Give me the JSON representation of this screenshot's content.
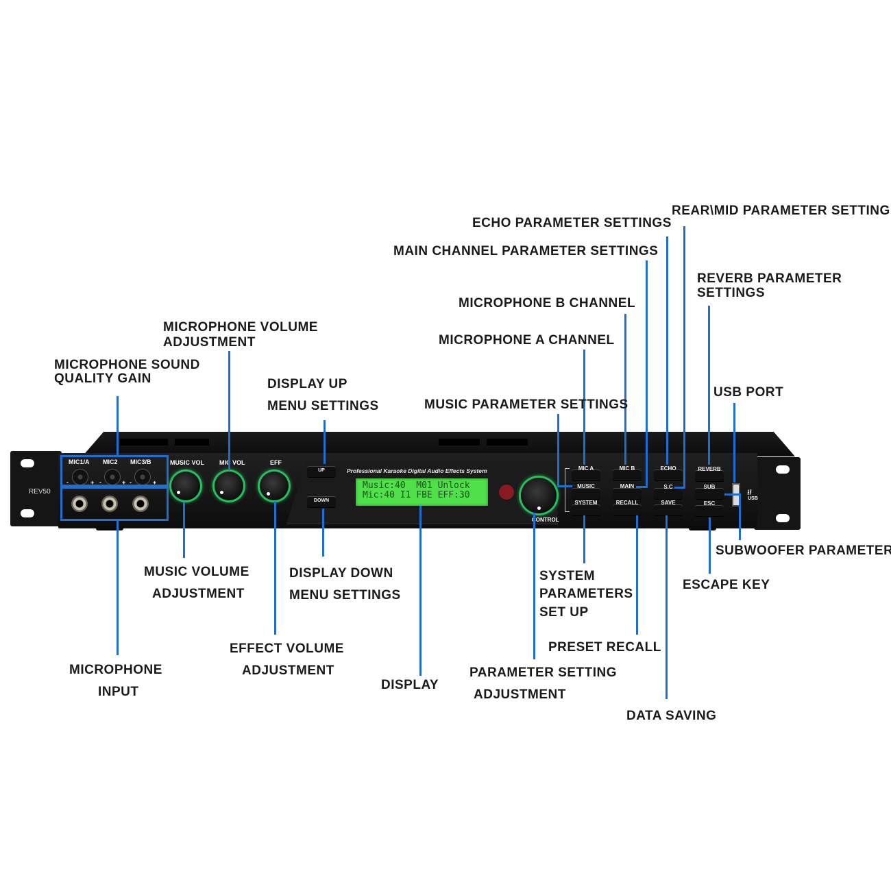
{
  "device": {
    "model": "REV50",
    "panel_title": "Professional Karaoke Digital Audio Effects System",
    "lcd_line1": "Music:40  M01 Unlock",
    "lcd_line2": "Mic:40 I1 FBE EFF:30",
    "mic_trims": [
      "MIC1/A",
      "MIC2",
      "MIC3/B"
    ],
    "trim_minus": "-",
    "trim_plus": "+",
    "knob_labels": {
      "music_vol": "MUSIC VOL",
      "mic_vol": "MIC VOL",
      "eff": "EFF",
      "control": "CONTROL"
    },
    "nav_buttons": {
      "up": "UP",
      "down": "DOWN"
    },
    "buttons": {
      "mic_a": "MIC A",
      "mic_b": "MIC B",
      "echo": "ECHO",
      "reverb": "REVERB",
      "music": "MUSIC",
      "main": "MAIN",
      "sc": "S.C",
      "sub": "SUB",
      "system": "SYSTEM",
      "recall": "RECALL",
      "save": "SAVE",
      "esc": "ESC"
    },
    "usb_label": "USB"
  },
  "callouts": {
    "rear_mid": "REAR\\MID PARAMETER SETTING",
    "echo": "ECHO PARAMETER SETTINGS",
    "main_channel": "MAIN CHANNEL PARAMETER SETTINGS",
    "reverb_1": "REVERB PARAMETER",
    "reverb_2": "SETTINGS",
    "mic_b_channel": "MICROPHONE B CHANNEL",
    "mic_a_channel": "MICROPHONE A CHANNEL",
    "usb_port": "USB PORT",
    "music_param": "MUSIC PARAMETER SETTINGS",
    "mic_vol_1": "MICROPHONE VOLUME",
    "mic_vol_2": "ADJUSTMENT",
    "mic_gain_1": "MICROPHONE SOUND",
    "mic_gain_2": "QUALITY GAIN",
    "display_up_1": "DISPLAY UP",
    "display_up_2": "MENU SETTINGS",
    "music_vol_1": "MUSIC VOLUME",
    "music_vol_2": "ADJUSTMENT",
    "display_down_1": "DISPLAY DOWN",
    "display_down_2": "MENU SETTINGS",
    "system_1": "SYSTEM",
    "system_2": "PARAMETERS",
    "system_3": "SET UP",
    "subwoofer": "SUBWOOFER PARAMETER",
    "escape": "ESCAPE KEY",
    "effect_vol_1": "EFFECT VOLUME",
    "effect_vol_2": "ADJUSTMENT",
    "preset_recall": "PRESET RECALL",
    "mic_input_1": "MICROPHONE",
    "mic_input_2": "INPUT",
    "display": "DISPLAY",
    "param_adj_1": "PARAMETER SETTING",
    "param_adj_2": "ADJUSTMENT",
    "data_saving": "DATA SAVING"
  },
  "colors": {
    "leader_line": "#1f6fd1",
    "knob_ring": "#22c25a",
    "lcd_bg": "#4fe04a",
    "lcd_text": "#1d4d1a",
    "highlight_box": "#1f6fd1"
  }
}
